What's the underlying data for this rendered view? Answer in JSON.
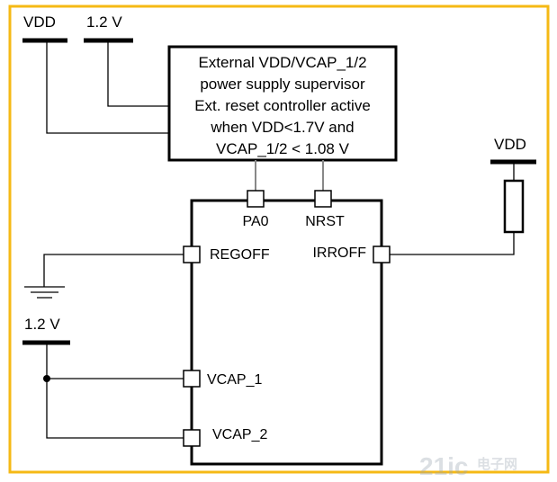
{
  "diagram": {
    "rails": {
      "vdd_top": "VDD",
      "v12_top": "1.2 V",
      "vdd_right": "VDD",
      "v12_left": "1.2 V"
    },
    "supervisor": {
      "line1": "External VDD/VCAP_1/2",
      "line2": "power supply supervisor",
      "line3": "Ext. reset controller active",
      "line4": "when VDD<1.7V and",
      "line5": "VCAP_1/2 < 1.08 V"
    },
    "pins": {
      "pa0": "PA0",
      "nrst": "NRST",
      "regoff": "REGOFF",
      "irroff": "IRROFF",
      "vcap1": "VCAP_1",
      "vcap2": "VCAP_2"
    },
    "watermark": {
      "logo": "21ic",
      "text": "电子网"
    },
    "colors": {
      "frame": "#f5b915",
      "line": "#000000",
      "pin_line": "#888888"
    }
  }
}
